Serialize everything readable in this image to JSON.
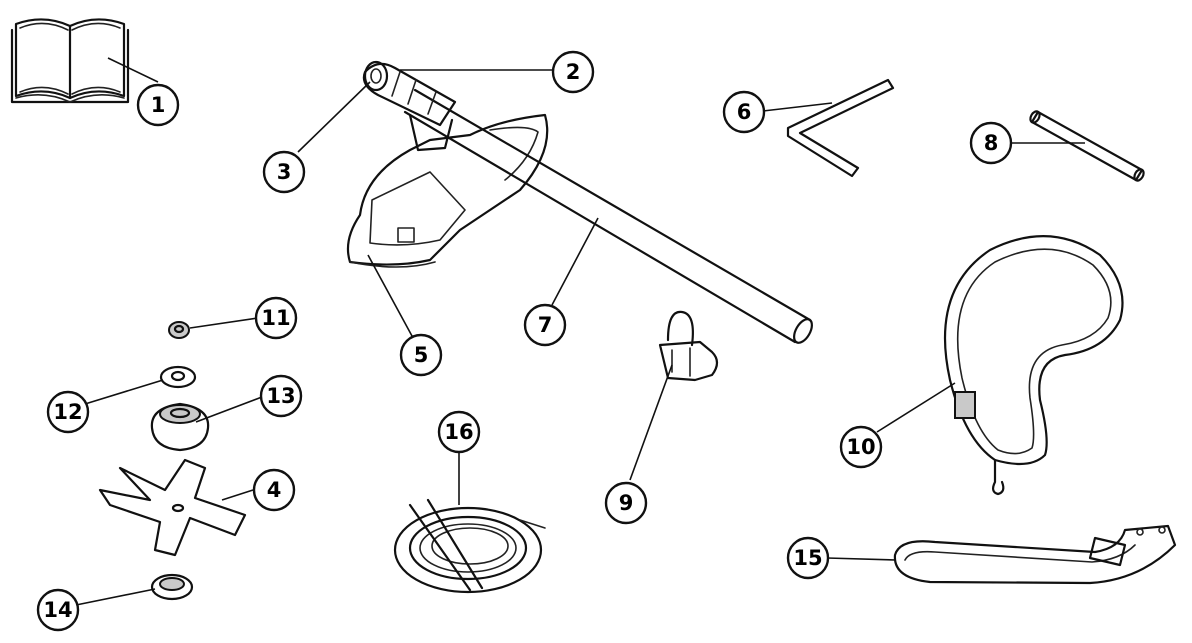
{
  "callouts": [
    {
      "id": 1,
      "label": "1"
    },
    {
      "id": 2,
      "label": "2"
    },
    {
      "id": 3,
      "label": "3"
    },
    {
      "id": 4,
      "label": "4"
    },
    {
      "id": 5,
      "label": "5"
    },
    {
      "id": 6,
      "label": "6"
    },
    {
      "id": 7,
      "label": "7"
    },
    {
      "id": 8,
      "label": "8"
    },
    {
      "id": 9,
      "label": "9"
    },
    {
      "id": 10,
      "label": "10"
    },
    {
      "id": 11,
      "label": "11"
    },
    {
      "id": 12,
      "label": "12"
    },
    {
      "id": 13,
      "label": "13"
    },
    {
      "id": 14,
      "label": "14"
    },
    {
      "id": 15,
      "label": "15"
    },
    {
      "id": 16,
      "label": "16"
    }
  ]
}
